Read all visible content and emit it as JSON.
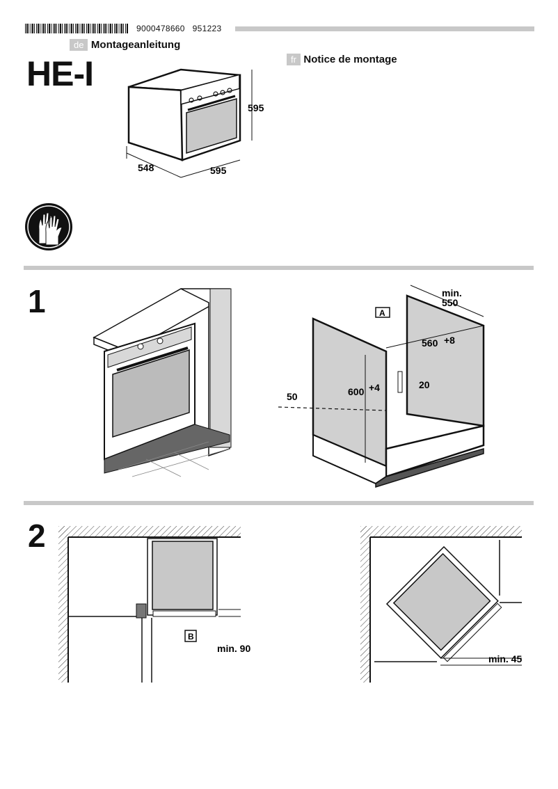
{
  "header": {
    "barcode_number": "9000478660",
    "date_code": "951223",
    "model": "HE-I"
  },
  "languages": [
    {
      "code": "de",
      "title": "Montageanleitung"
    },
    {
      "code": "fr",
      "title": "Notice de montage"
    }
  ],
  "oven_dimensions": {
    "height": "595",
    "depth": "548",
    "width": "595"
  },
  "step1": {
    "number": "1",
    "dims": {
      "min_label": "min.",
      "min_value": "550",
      "width": "560",
      "width_tol": "+8",
      "height": "600",
      "height_tol": "+4",
      "bracket": "20",
      "offset": "50",
      "label_a": "A"
    }
  },
  "step2": {
    "number": "2",
    "label_b": "B",
    "min_a": "min. 90",
    "min_b": "min. 45"
  }
}
